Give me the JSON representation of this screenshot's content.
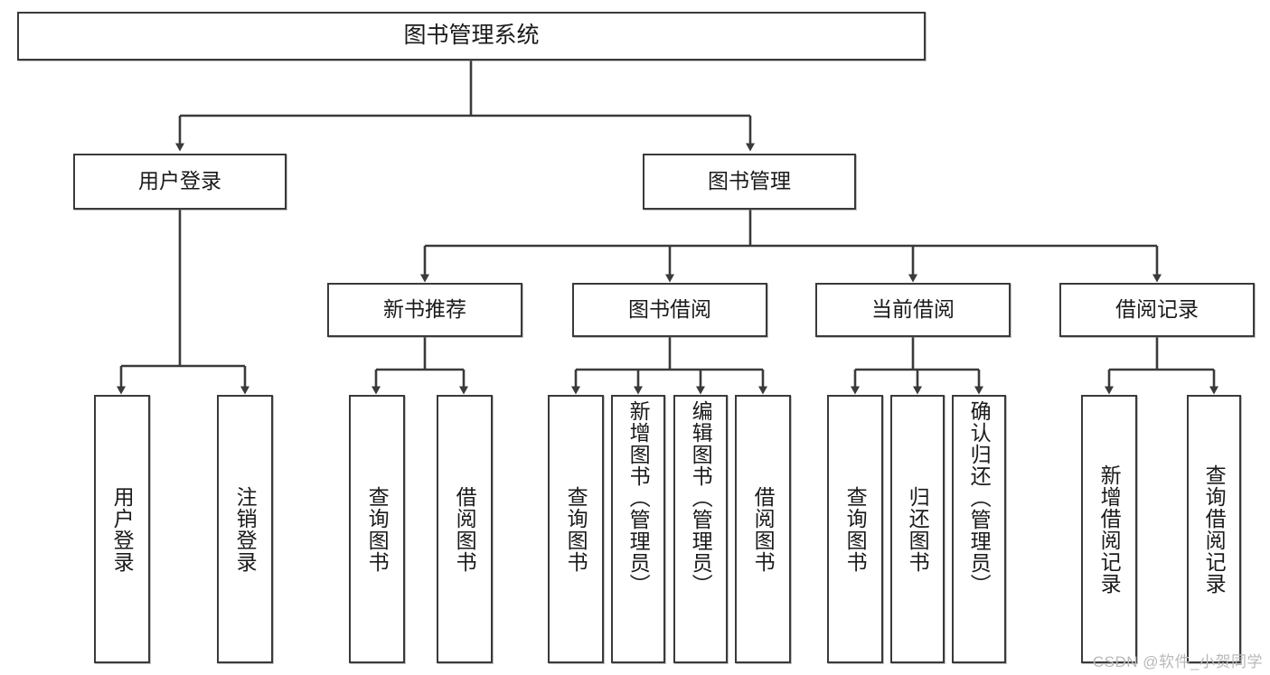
{
  "diagram": {
    "title": "图书管理系统",
    "type": "tree-hierarchy-diagram",
    "colors": {
      "box_border": "#3a3a3a",
      "box_fill": "#ffffff",
      "connector": "#3a3a3a",
      "background": "#ffffff",
      "watermark": "#b9b9b9"
    },
    "root": {
      "label": "图书管理系统"
    },
    "level2": [
      {
        "label": "用户登录"
      },
      {
        "label": "图书管理"
      }
    ],
    "level3": [
      {
        "label": "新书推荐"
      },
      {
        "label": "图书借阅"
      },
      {
        "label": "当前借阅"
      },
      {
        "label": "借阅记录"
      }
    ],
    "leaves": {
      "user_login": [
        {
          "label": "用户登录"
        },
        {
          "label": "注销登录"
        }
      ],
      "new_book_recommend": [
        {
          "label": "查询图书"
        },
        {
          "label": "借阅图书"
        }
      ],
      "book_borrow": [
        {
          "label": "查询图书"
        },
        {
          "label": "新增图书（管理员）"
        },
        {
          "label": "编辑图书（管理员）"
        },
        {
          "label": "借阅图书"
        }
      ],
      "current_borrow": [
        {
          "label": "查询图书"
        },
        {
          "label": "归还图书"
        },
        {
          "label": "确认归还（管理员）"
        }
      ],
      "borrow_record": [
        {
          "label": "新增借阅记录"
        },
        {
          "label": "查询借阅记录"
        }
      ]
    }
  },
  "watermark": {
    "text": "CSDN @软件_小贺同学"
  }
}
